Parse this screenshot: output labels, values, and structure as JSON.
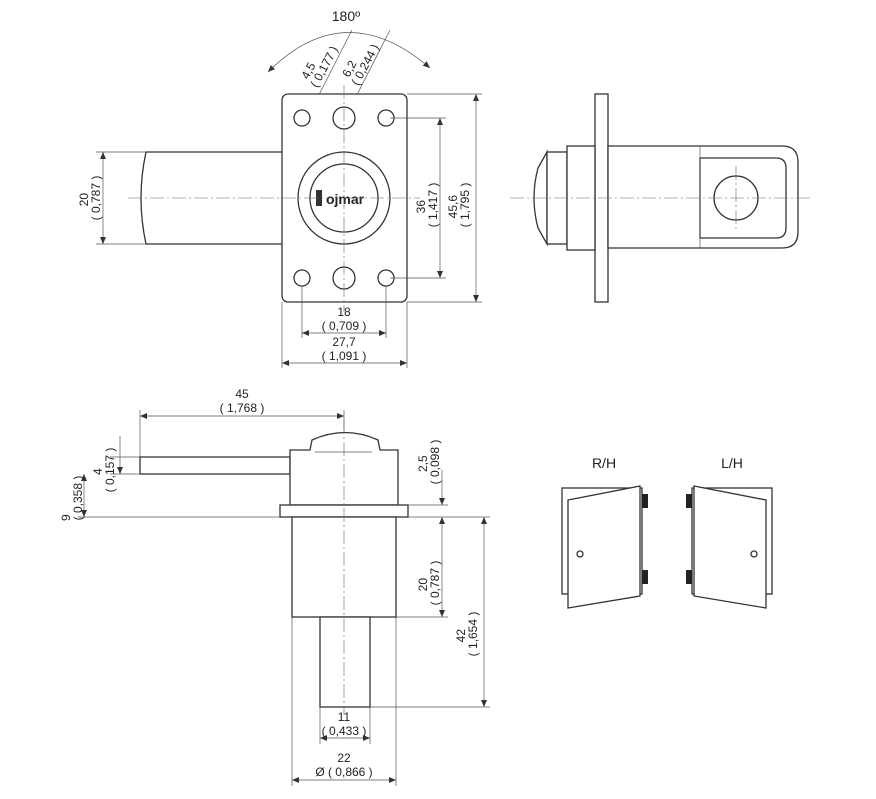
{
  "top_view": {
    "rotation_label": "180º",
    "hole_small_mm": "4,5",
    "hole_small_in": "( 0,177 )",
    "hole_large_mm": "6,2",
    "hole_large_in": "( 0,244 )",
    "height_left_mm": "20",
    "height_left_in": "( 0,787 )",
    "height_36_mm": "36",
    "height_36_in": "( 1,417 )",
    "height_456_mm": "45,6",
    "height_456_in": "( 1,795 )",
    "width_18_mm": "18",
    "width_18_in": "( 0,709 )",
    "width_277_mm": "27,7",
    "width_277_in": "( 1,091 )",
    "brand": "ojmar"
  },
  "front_view": {
    "len_45_mm": "45",
    "len_45_in": "( 1,768 )",
    "d_25_mm": "2,5",
    "d_25_in": "( 0,098 )",
    "d_4_mm": "4",
    "d_4_in": "( 0,157 )",
    "d_9_mm": "9",
    "d_9_in": "( 0,358 )",
    "d_20_mm": "20",
    "d_20_in": "( 0,787 )",
    "d_42_mm": "42",
    "d_42_in": "( 1,654 )",
    "d_11_mm": "11",
    "d_11_in": "( 0,433 )",
    "d_22_mm": "22",
    "d_22_in": "Ø ( 0,866 )"
  },
  "doors": {
    "right_label": "R/H",
    "left_label": "L/H"
  }
}
